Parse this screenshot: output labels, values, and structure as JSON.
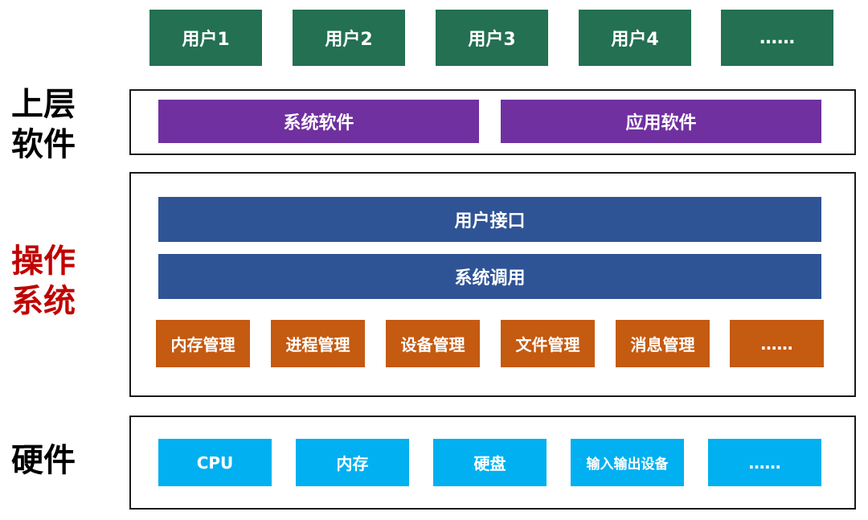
{
  "users": [
    "用户1",
    "用户2",
    "用户3",
    "用户4",
    "……"
  ],
  "upper_software": {
    "label_line1": "上层",
    "label_line2": "软件",
    "items": [
      "系统软件",
      "应用软件"
    ]
  },
  "operating_system": {
    "label_line1": "操作",
    "label_line2": "系统",
    "interface": "用户接口",
    "syscall": "系统调用",
    "modules": [
      "内存管理",
      "进程管理",
      "设备管理",
      "文件管理",
      "消息管理",
      "……"
    ]
  },
  "hardware": {
    "label": "硬件",
    "items": [
      "CPU",
      "内存",
      "硬盘",
      "输入输出设备",
      "……"
    ]
  },
  "colors": {
    "user": "#237053",
    "software": "#7030a0",
    "os_layer": "#2f5496",
    "module": "#c55a11",
    "hardware": "#00b0f0",
    "os_label": "#c00000",
    "label": "#000000"
  }
}
